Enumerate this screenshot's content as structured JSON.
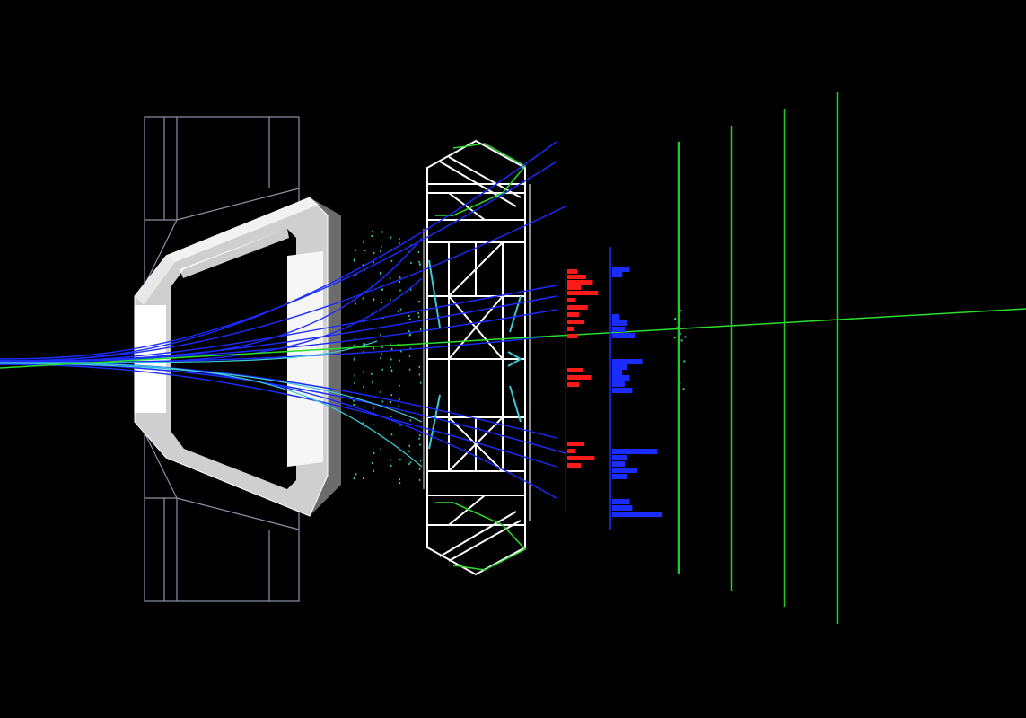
{
  "colors": {
    "background": "#000000",
    "magnet_frame": "#8a94a6",
    "magnet_yoke": "#e6e6e6",
    "rich_outline": "#ffffff",
    "tracks": "#1a2cff",
    "secondary_tracks": "#3cc9d8",
    "muon_track": "#2adf2a",
    "muon_stations": "#22cc22",
    "ecal_deposits": "#ff1a1a",
    "hcal_deposits": "#1a2cff",
    "hits": "#3ecfa8"
  },
  "muon_stations": {
    "count": 4
  },
  "ecal_deposits": [
    0.3,
    0.55,
    0.75,
    0.4,
    0.9,
    0.25,
    0.6,
    0.35,
    0.5,
    0.2,
    0.3,
    0.45,
    0.7,
    0.35,
    0.5,
    0.25,
    0.8,
    0.4
  ],
  "hcal_deposits": [
    0.35,
    0.2,
    0.15,
    0.3,
    0.25,
    0.45,
    0.6,
    0.3,
    0.2,
    0.35,
    0.25,
    0.4,
    0.9,
    0.3,
    0.25,
    0.5,
    0.3,
    0.35,
    0.4,
    1.0
  ]
}
